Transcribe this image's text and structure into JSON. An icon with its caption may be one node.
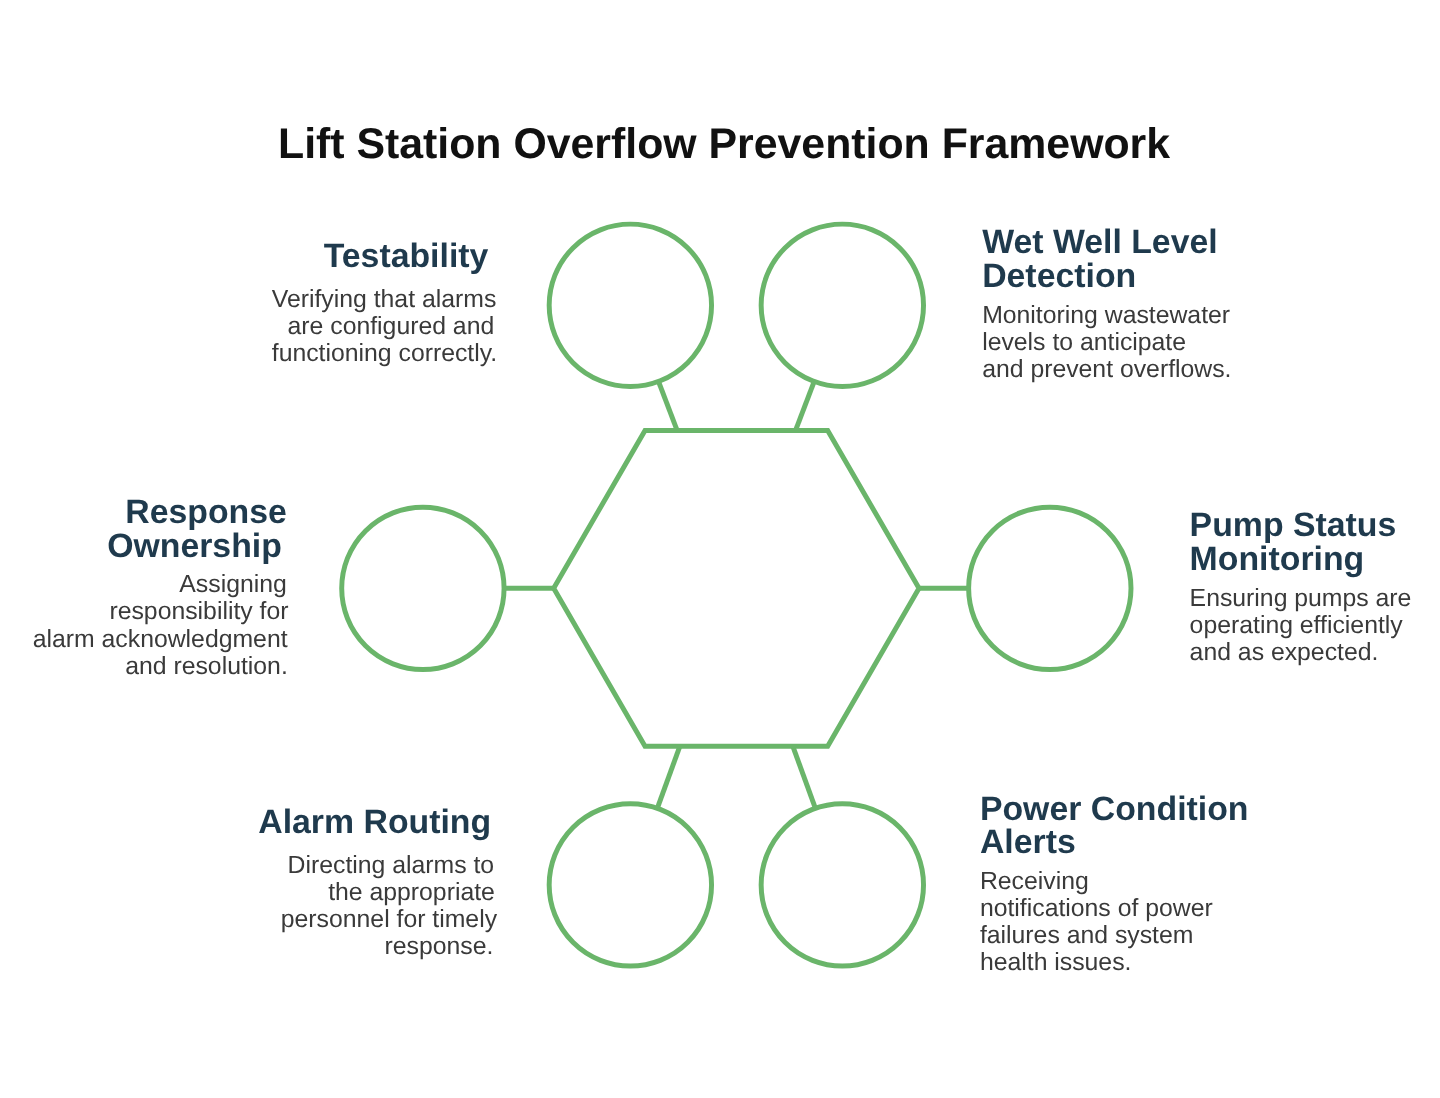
{
  "diagram": {
    "title": "Lift Station Overflow Prevention Framework",
    "nodes": [
      {
        "text": [],
        "shape": "hexagon"
      },
      {
        "text": [],
        "shape": "circle",
        "beside": [
          "Testability",
          "Verifying that alarms are configured and functioning correctly."
        ]
      },
      {
        "text": [],
        "shape": "circle",
        "beside": [
          "Wet Well Level Detection",
          "Monitoring wastewater levels to anticipate and prevent overflows."
        ]
      },
      {
        "text": [],
        "shape": "circle",
        "beside": [
          "Response Ownership",
          "Assigning responsibility for alarm acknowledgment and resolution."
        ]
      },
      {
        "text": [],
        "shape": "circle",
        "beside": [
          "Pump Status Monitoring",
          "Ensuring pumps are operating efficiently and as expected."
        ]
      },
      {
        "text": [],
        "shape": "circle",
        "beside": [
          "Alarm Routing",
          "Directing alarms to the appropriate personnel for timely response."
        ]
      },
      {
        "text": [],
        "shape": "circle",
        "beside": [
          "Power Condition Alerts",
          "Receiving notifications of power failures and system health issues."
        ]
      }
    ],
    "edges": [
      {
        "from": 1,
        "to": 0,
        "arrow": "none"
      },
      {
        "from": 2,
        "to": 0,
        "arrow": "none"
      },
      {
        "from": 3,
        "to": 0,
        "arrow": "none"
      },
      {
        "from": 0,
        "to": 4,
        "arrow": "none"
      },
      {
        "from": 0,
        "to": 5,
        "arrow": "none"
      },
      {
        "from": 0,
        "to": 6,
        "arrow": "none"
      }
    ]
  }
}
